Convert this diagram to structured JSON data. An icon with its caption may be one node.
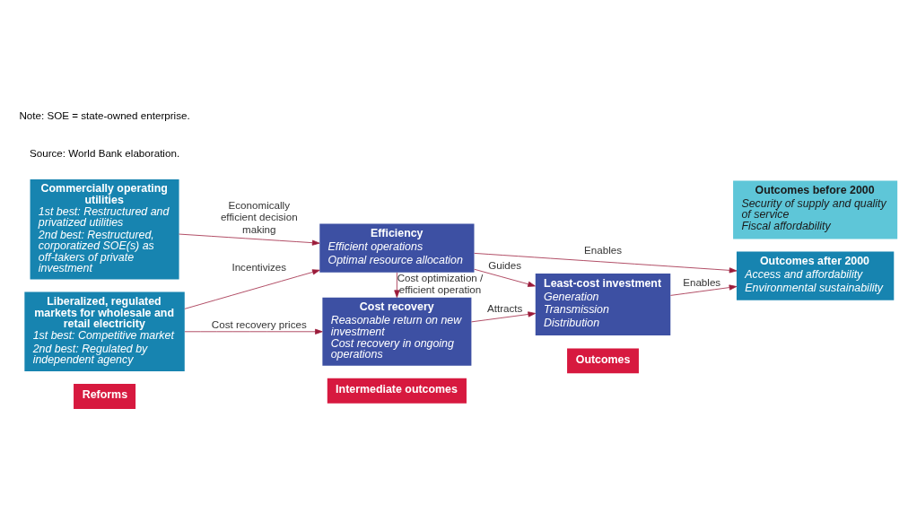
{
  "diagram": {
    "nodes": [
      {
        "text": [
          "Reforms"
        ]
      },
      {
        "text": [
          "Intermediate outcomes"
        ]
      },
      {
        "text": [
          "Outcomes"
        ]
      },
      {
        "text": [
          "Liberalized, regulated markets for wholesale and retail electricity",
          "1st best: Competitive market",
          "2nd best: Regulated by independent agency"
        ]
      },
      {
        "text": [
          "Cost recovery",
          "Reasonable return on new investment",
          "Cost recovery in ongoing operations"
        ]
      },
      {
        "text": [
          "Efficiency",
          "Efficient operations",
          "Optimal resource allocation"
        ]
      },
      {
        "text": [
          "Commercially operating utilities",
          "1st best: Restructured and privatized utilities",
          "2nd best: Restructured, corporatized SOE(s) as off-takers of private investment"
        ]
      },
      {
        "text": [
          "Least-cost investment",
          "Generation",
          "Transmission",
          "Distribution"
        ]
      },
      {
        "text": [
          "Outcomes before 2000",
          "Security of supply and quality of service",
          "Fiscal affordability"
        ]
      },
      {
        "text": [
          "Outcomes after 2000",
          "Access and affordability",
          "Environmental sustainability"
        ]
      }
    ],
    "edges": [
      {
        "from": 3,
        "to": 4,
        "arrow": "to",
        "label": "Cost recovery prices"
      },
      {
        "from": 3,
        "to": 5,
        "arrow": "to",
        "label": "Incentivizes"
      },
      {
        "from": 6,
        "to": 5,
        "arrow": "to",
        "label": "Economically efficient decision making"
      },
      {
        "from": 5,
        "to": 4,
        "arrow": "to",
        "label": "Cost optimization / efficient operation"
      },
      {
        "from": 4,
        "to": 7,
        "arrow": "to",
        "label": "Attracts"
      },
      {
        "from": 5,
        "to": 7,
        "arrow": "to",
        "label": "Guides"
      },
      {
        "from": 7,
        "to": 9,
        "arrow": "to",
        "label": "Enables"
      },
      {
        "from": 5,
        "to": 9,
        "arrow": "to",
        "label": "Enables"
      }
    ],
    "labels": [
      "Source: World Bank elaboration.",
      "Note: SOE = state-owned enterprise."
    ]
  }
}
